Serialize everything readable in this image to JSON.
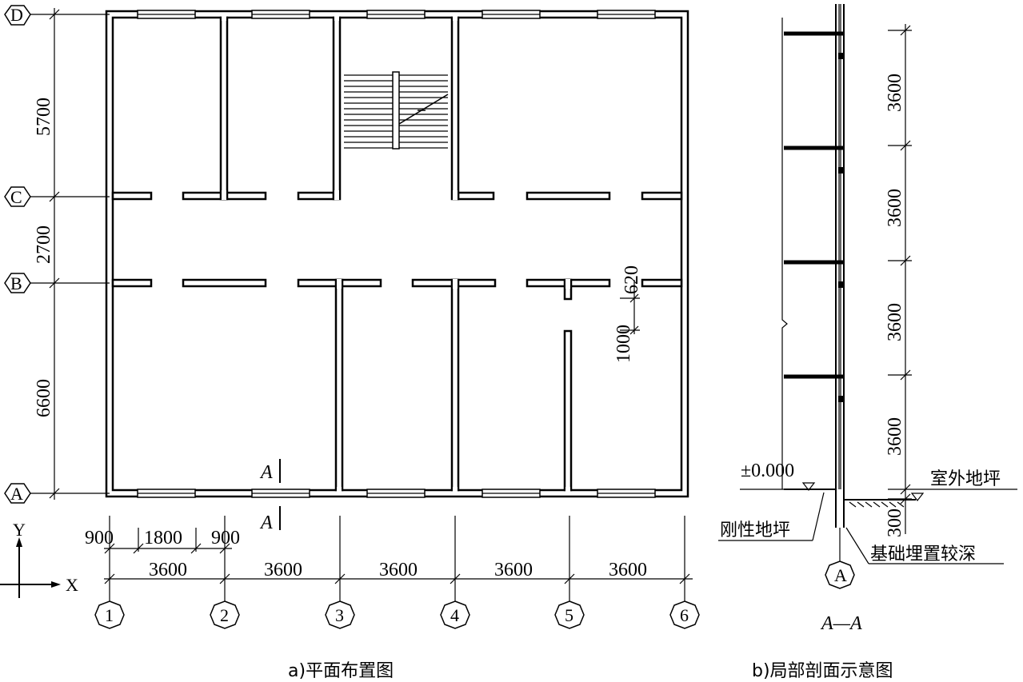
{
  "plan": {
    "axes_rows": [
      "D",
      "C",
      "B",
      "A"
    ],
    "axes_cols": [
      "1",
      "2",
      "3",
      "4",
      "5",
      "6"
    ],
    "dims_vertical": [
      "5700",
      "2700",
      "6600"
    ],
    "dims_horizontal": [
      "3600",
      "3600",
      "3600",
      "3600",
      "3600"
    ],
    "dims_window": [
      "900",
      "1800",
      "900"
    ],
    "dim_620": "620",
    "dim_1000": "1000",
    "section_mark": "A",
    "axis_x": "X",
    "axis_y": "Y",
    "caption": "a)平面布置图"
  },
  "section": {
    "heights": [
      "3600",
      "3600",
      "3600",
      "3600"
    ],
    "dim_300": "300",
    "elevation": "±0.000",
    "outdoor_label": "室外地坪",
    "rigid_label": "刚性地坪",
    "foundation_label": "基础埋置较深",
    "axis_label": "A",
    "section_name": "A—A",
    "caption": "b)局部剖面示意图"
  }
}
